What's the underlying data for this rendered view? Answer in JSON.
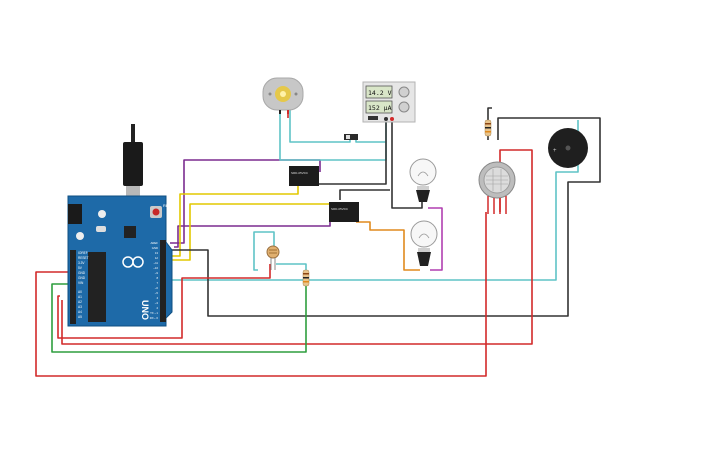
{
  "power_supply": {
    "voltage": "14.2 V",
    "current": "152 μA"
  },
  "arduino": {
    "logo": "UNO",
    "reset_label": "RESET",
    "power_labels": [
      "IOREF",
      "RESET",
      "3.3V",
      "5V",
      "GND",
      "GND",
      "VIN"
    ],
    "analog_labels": [
      "A0",
      "A1",
      "A2",
      "A3",
      "A4",
      "A5"
    ],
    "digital_labels": [
      "AREF",
      "GND",
      "13",
      "12",
      "~11",
      "~10",
      "~9",
      "8",
      "7",
      "~6",
      "~5",
      "4",
      "~3",
      "2",
      "TX→1",
      "RX←0"
    ]
  },
  "relays": [
    {
      "marking": "SRD-05VDC"
    },
    {
      "marking": "SRD-05VDC"
    }
  ],
  "colors": {
    "purple": "#7b2c8f",
    "yellow": "#e2c800",
    "cyan": "#5fc3c6",
    "black": "#333333",
    "red": "#d22a2a",
    "green": "#2e9e3e",
    "orange": "#e08a1e",
    "board": "#1e6aa8"
  },
  "icons": {
    "motor": "dc-motor-icon",
    "psu": "power-supply-icon",
    "switch": "slide-switch-icon",
    "bulb": "light-bulb-icon",
    "gas": "gas-sensor-icon",
    "buzzer": "piezo-buzzer-icon",
    "ldr": "photoresistor-icon",
    "resistor": "resistor-icon"
  }
}
